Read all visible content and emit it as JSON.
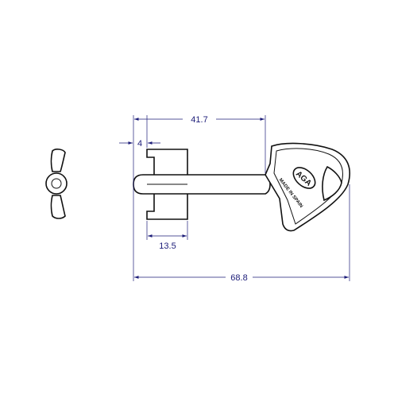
{
  "dimensions": {
    "blade_length": "41.7",
    "tip_offset": "4",
    "bit_width": "13.5",
    "overall_length": "68.8"
  },
  "engraving": {
    "logo": "AGA",
    "origin": "MADE IN SPAIN"
  },
  "colors": {
    "dimension": "#1c1c78",
    "outline": "#111111",
    "background": "#ffffff"
  }
}
